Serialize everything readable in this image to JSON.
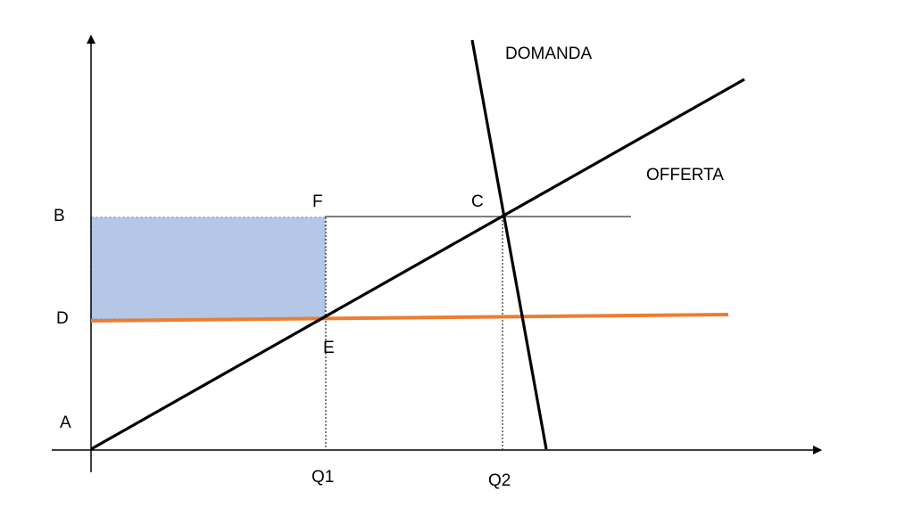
{
  "labels": {
    "domanda": "DOMANDA",
    "offerta": "OFFERTA",
    "a": "A",
    "b": "B",
    "c": "C",
    "d": "D",
    "e": "E",
    "f": "F",
    "q1": "Q1",
    "q2": "Q2"
  },
  "colors": {
    "axis": "#000000",
    "curves": "#000000",
    "orange_line": "#ED7D31",
    "shaded_area_fill": "#B4C7E7",
    "shaded_area_stroke": "#8FAADC",
    "guide_lines": "#000000",
    "background": "#FFFFFF"
  }
}
